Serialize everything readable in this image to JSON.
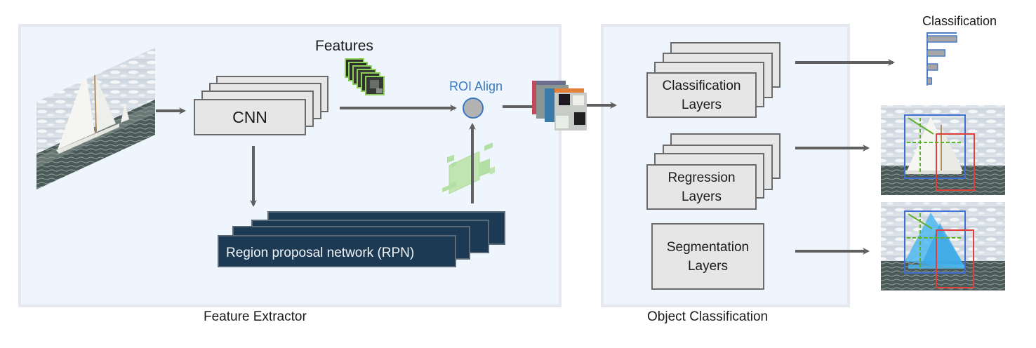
{
  "diagram": {
    "title": "Mask R-CNN style object detection pipeline",
    "panels": {
      "feature_extractor": {
        "label": "Feature Extractor"
      },
      "object_classification": {
        "label": "Object Classification"
      }
    },
    "nodes": {
      "input_image": {
        "label": "",
        "icon": "sailboat-image-icon"
      },
      "cnn": {
        "label": "CNN"
      },
      "features": {
        "label": "Features",
        "icon": "feature-maps-icon"
      },
      "roi_align": {
        "label": "ROI Align",
        "color": "#3a78c2"
      },
      "rpn": {
        "label": "Region proposal network (RPN)"
      },
      "region_proposals": {
        "icon": "region-proposals-icon",
        "color": "#8fd17a"
      },
      "roi_features": {
        "icon": "roi-feature-maps-icon"
      },
      "classification_layers": {
        "line1": "Classification",
        "line2": "Layers"
      },
      "regression_layers": {
        "line1": "Regression",
        "line2": "Layers"
      },
      "segmentation_layers": {
        "line1": "Segmentation",
        "line2": "Layers"
      }
    },
    "outputs": {
      "classification": {
        "label": "Classification",
        "icon": "bar-chart-icon",
        "bar_values": [
          1.0,
          0.6,
          0.35,
          0.15
        ]
      },
      "bounding_boxes": {
        "icon": "bounding-box-image-icon",
        "box_colors": [
          "#3f6fd0",
          "#e0403a"
        ],
        "guide_color": "#5fb02e"
      },
      "segmentation": {
        "icon": "segmentation-mask-image-icon",
        "mask_color": "#4fb8f0"
      }
    },
    "colors": {
      "panel_bg": "#eef5fc",
      "panel_border": "#e6e8ee",
      "arrow": "#606060",
      "layer_fill": "#e6e6e6",
      "rpn_fill": "#1d3a55",
      "accent_blue": "#3a78c2"
    }
  }
}
